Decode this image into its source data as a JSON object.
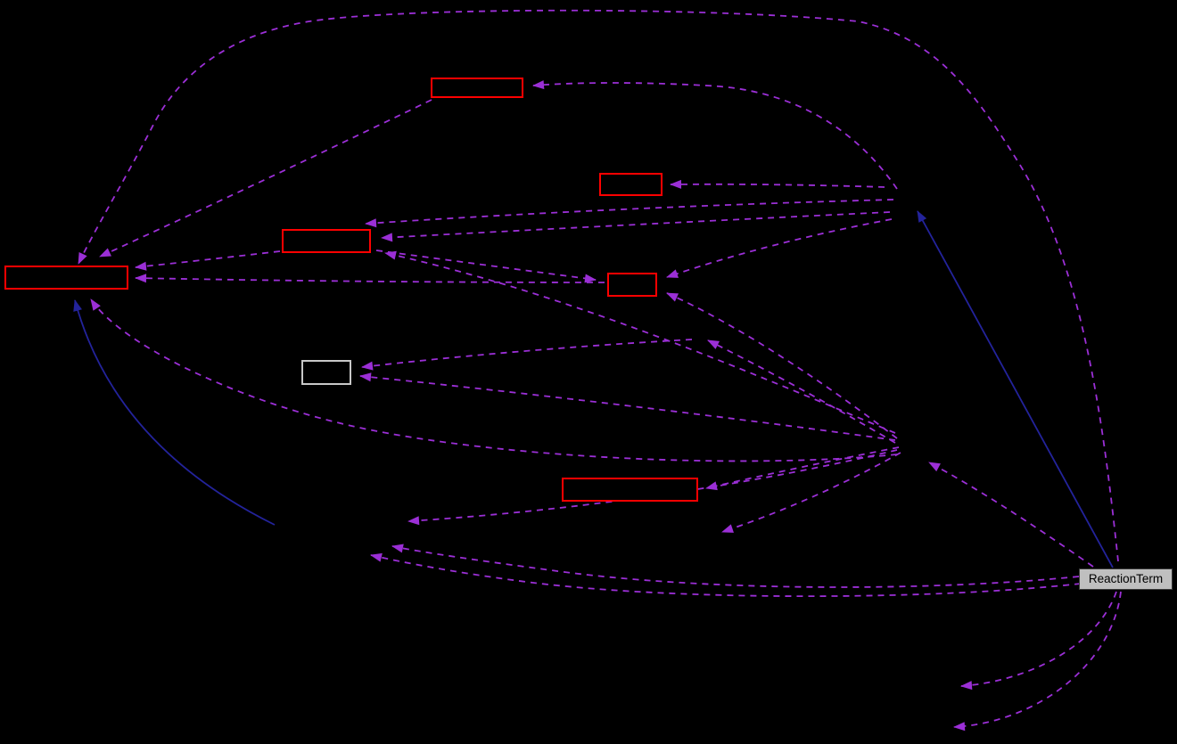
{
  "graph": {
    "type": "collaboration-diagram",
    "current_node": {
      "label": "ReactionTerm"
    },
    "colors": {
      "background": "#000000",
      "usage_edge": "#9B2FD6",
      "inheritance_edge": "#23239B",
      "highlighted_node_border": "#FF0000",
      "plain_node_border": "#C8C8C8",
      "current_node_fill": "#BFBFBF",
      "current_node_text": "#000000"
    },
    "nodes": [
      {
        "id": "node-top",
        "label": ""
      },
      {
        "id": "node-upper-mid",
        "label": ""
      },
      {
        "id": "node-mid-left",
        "label": ""
      },
      {
        "id": "node-far-left",
        "label": ""
      },
      {
        "id": "node-center",
        "label": ""
      },
      {
        "id": "node-plain",
        "label": ""
      },
      {
        "id": "node-lower-mid",
        "label": ""
      },
      {
        "id": "node-current",
        "label": "ReactionTerm"
      }
    ],
    "edges": [
      {
        "from": "node-current",
        "to": "node-far-left",
        "style": "usage"
      },
      {
        "from": "node-current",
        "to": "hub-top",
        "style": "inheritance"
      },
      {
        "from": "hub-bottom-left",
        "to": "node-far-left",
        "style": "inheritance"
      },
      {
        "from": "node-top",
        "to": "node-far-left",
        "style": "usage"
      },
      {
        "from": "hub-top",
        "to": "node-top",
        "style": "usage"
      },
      {
        "from": "hub-top",
        "to": "node-upper-mid",
        "style": "usage"
      },
      {
        "from": "hub-top",
        "to": "node-mid-left",
        "style": "usage"
      },
      {
        "from": "hub-top",
        "to": "node-center",
        "style": "usage"
      },
      {
        "from": "node-mid-left",
        "to": "node-far-left",
        "style": "usage"
      },
      {
        "from": "node-center",
        "to": "node-far-left",
        "style": "usage"
      },
      {
        "from": "node-mid-left",
        "to": "node-center",
        "style": "usage"
      },
      {
        "from": "hub-mid",
        "to": "node-mid-left",
        "style": "usage"
      },
      {
        "from": "hub-mid",
        "to": "node-center",
        "style": "usage"
      },
      {
        "from": "hub-mid",
        "to": "node-plain",
        "style": "usage"
      },
      {
        "from": "inner-node",
        "to": "node-plain",
        "style": "usage"
      },
      {
        "from": "hub-mid",
        "to": "inner-node",
        "style": "usage"
      },
      {
        "from": "hub-mid",
        "to": "node-lower-mid",
        "style": "usage"
      },
      {
        "from": "hub-mid",
        "to": "small-node-1",
        "style": "usage"
      },
      {
        "from": "hub-mid",
        "to": "small-node-2",
        "style": "usage"
      },
      {
        "from": "hub-mid",
        "to": "node-far-left",
        "style": "usage"
      },
      {
        "from": "node-current",
        "to": "hub-mid",
        "style": "usage"
      },
      {
        "from": "node-current",
        "to": "hub-bottom-left",
        "style": "usage"
      },
      {
        "from": "node-current",
        "to": "hub-bottom-left",
        "style": "usage"
      },
      {
        "from": "node-current",
        "to": "node-bottom-right-1",
        "style": "usage"
      },
      {
        "from": "node-current",
        "to": "node-bottom-right-2",
        "style": "usage"
      }
    ]
  }
}
